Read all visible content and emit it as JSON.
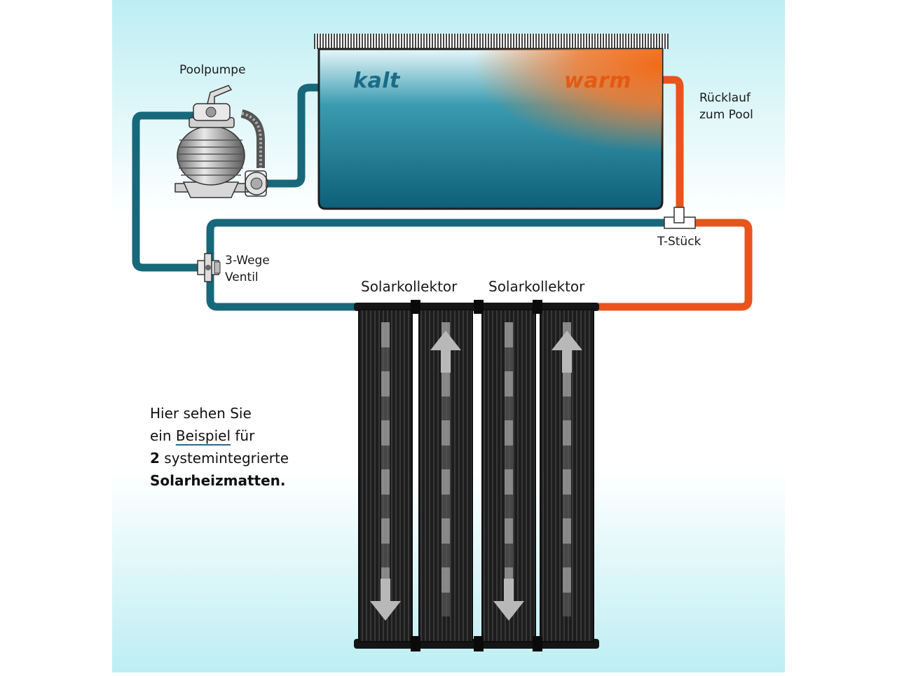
{
  "labels": {
    "pump": "Poolpumpe",
    "cold": "kalt",
    "warm": "warm",
    "return_line1": "Rücklauf",
    "return_line2": "zum Pool",
    "tee": "T-Stück",
    "valve_line1": "3-Wege",
    "valve_line2": "Ventil",
    "collector_1": "Solarkollektor",
    "collector_2": "Solarkollektor"
  },
  "note": {
    "line1": "Hier sehen Sie",
    "line2_prefix": "ein ",
    "line2_link": "Beispiel",
    "line2_suffix": " für",
    "line3_bold": "2",
    "line3_rest": " systemintegrierte",
    "line4": "Solarheizmatten."
  },
  "colors": {
    "cold_pipe": "#17687a",
    "warm_pipe": "#e8541c",
    "cold_text": "#1c6b86",
    "warm_text": "#e35a12",
    "panel": "#1b1b1b",
    "background_top": "#bfeff4"
  },
  "flow": {
    "panel_1": "down",
    "panel_2": "up",
    "panel_3": "down",
    "panel_4": "up"
  }
}
